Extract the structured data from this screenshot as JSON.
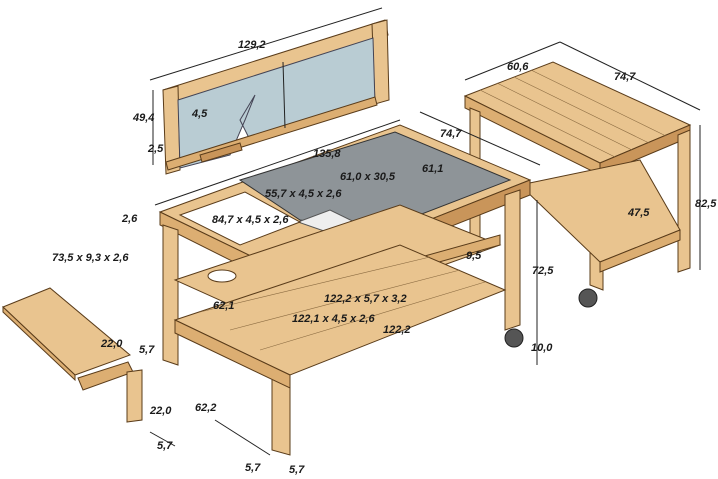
{
  "back_panel": {
    "width": "129,2",
    "height": "49,4",
    "frame": "4,5",
    "thickness": "2,5"
  },
  "main_table": {
    "length": "135,8",
    "depth": "74,7",
    "top_thickness": "2,6",
    "stone_slab": "61,0 x 30,5",
    "stone_length": "61,1",
    "rail_short": "55,7 x 4,5 x 2,6",
    "rail_side": "84,7 x 4,5 x 2,6",
    "slat_gap": "9,5",
    "height": "72,5",
    "front_rail": "122,2 x 5,7 x 3,2",
    "lower_rail": "122,1 x 4,5 x 2,6",
    "shelf_length": "122,2",
    "wheel_height": "10,0",
    "shelf_depth": "62,1",
    "leg_spacing": "62,2",
    "leg_a": "5,7",
    "leg_b": "5,7"
  },
  "folding_shelf": {
    "board": "73,5 x 9,3 x 2,6",
    "bracket_width": "22,0",
    "bracket_thickness": "5,7",
    "support_height": "22,0",
    "support_thickness": "5,7"
  },
  "side_table": {
    "width": "60,6",
    "depth": "74,7",
    "height": "82,5",
    "shelf_height": "47,5"
  }
}
